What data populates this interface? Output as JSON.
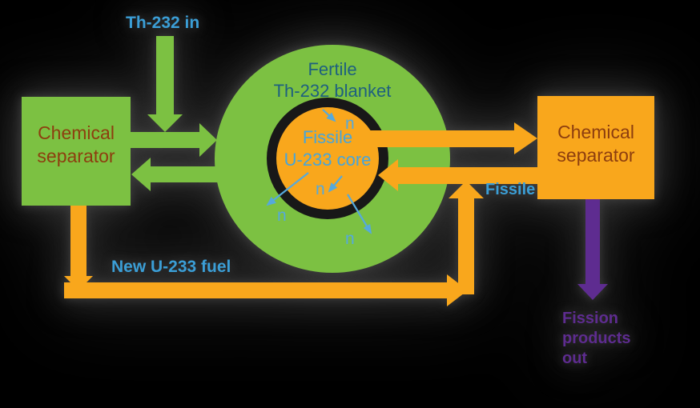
{
  "colors": {
    "background": "#000000",
    "green": "#7CC142",
    "orange": "#F9A71C",
    "purple": "#5E2C90",
    "ring_black": "#181818",
    "separator_text_brown": "#8D3E0F",
    "blanket_text_teal": "#1E607F",
    "core_text_blue": "#45A5DC",
    "flow_label_blue": "#3B9ED6",
    "neutron_blue": "#55A9DC"
  },
  "labels": {
    "th232_in": "Th-232 in",
    "new_u233_fuel": "New U-233 fuel",
    "fissile_flow": "Fissile",
    "fission_products": {
      "line1": "Fission",
      "line2": "products",
      "line3": "out"
    }
  },
  "left_separator": {
    "line1": "Chemical",
    "line2": "separator"
  },
  "right_separator": {
    "line1": "Chemical",
    "line2": "separator"
  },
  "reactor": {
    "blanket": {
      "line1": "Fertile",
      "line2": "Th-232 blanket"
    },
    "core": {
      "line1": "Fissile",
      "line2": "U-233 core"
    },
    "neutron_symbol": "n"
  }
}
